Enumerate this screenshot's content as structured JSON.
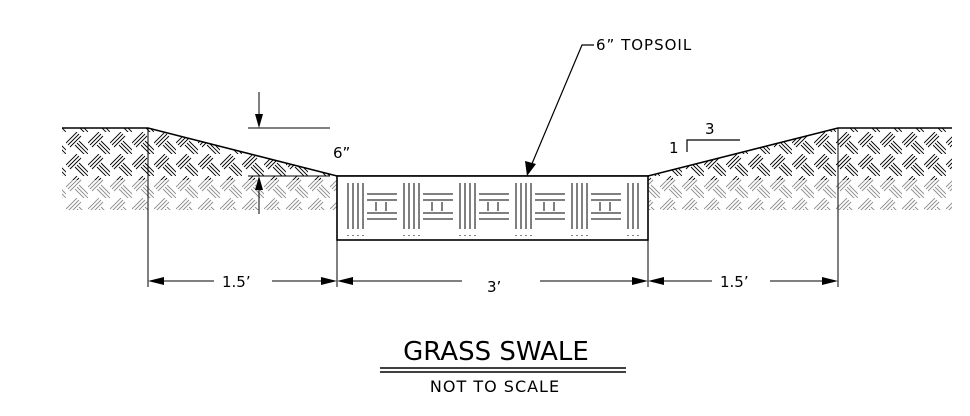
{
  "labels": {
    "topsoil": "6” TOPSOIL",
    "depth": "6”",
    "slope_rise": "1",
    "slope_run": "3"
  },
  "dimensions": {
    "left_width": "1.5’",
    "bottom_width": "3’",
    "right_width": "1.5’"
  },
  "title": "GRASS SWALE",
  "subtitle": "NOT TO SCALE"
}
